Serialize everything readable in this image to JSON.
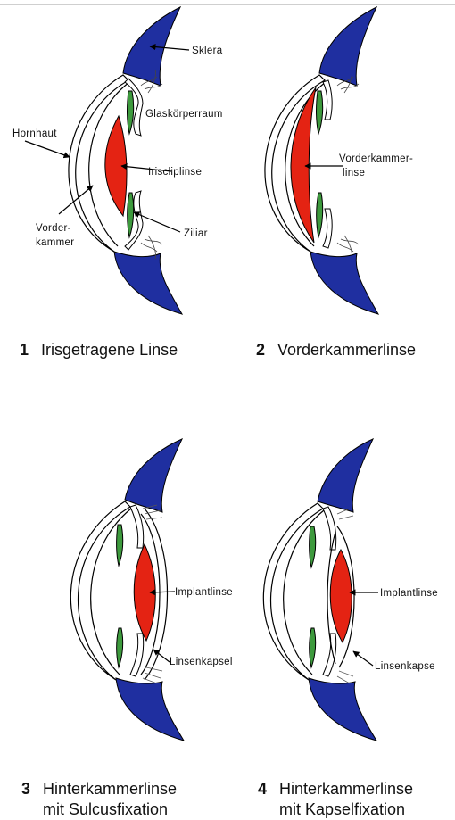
{
  "colors": {
    "sclera": "#1f2fa0",
    "lens": "#e42313",
    "ciliary": "#3d9a3d",
    "outline": "#000000",
    "background": "#ffffff"
  },
  "panels": [
    {
      "number": "1",
      "caption_line1": "Irisgetragene Linse",
      "caption_line2": "",
      "labels": {
        "sklera": "Sklera",
        "glaskoerperraum": "Glaskörperraum",
        "hornhaut": "Hornhaut",
        "lens": "Iriscliplinse",
        "vorder1": "Vorder-",
        "vorder2": "kammer",
        "ziliar": "Ziliar"
      }
    },
    {
      "number": "2",
      "caption_line1": "Vorderkammerlinse",
      "caption_line2": "",
      "labels": {
        "lens1": "Vorderkammer-",
        "lens2": "linse"
      }
    },
    {
      "number": "3",
      "caption_line1": "Hinterkammerlinse",
      "caption_line2": "mit Sulcusfixation",
      "labels": {
        "lens": "Implantlinse",
        "kapsel": "Linsenkapsel"
      }
    },
    {
      "number": "4",
      "caption_line1": "Hinterkammerlinse",
      "caption_line2": "mit Kapselfixation",
      "labels": {
        "lens": "Implantlinse",
        "kapsel": "Linsenkapse"
      }
    }
  ]
}
